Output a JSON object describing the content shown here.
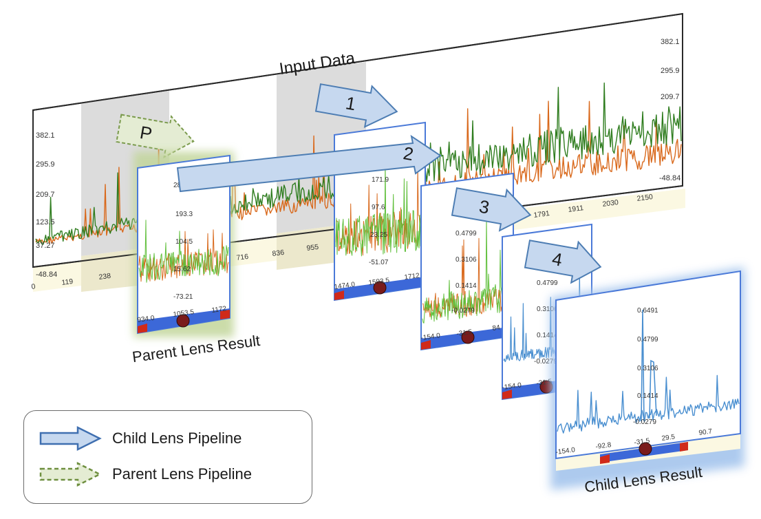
{
  "input_panel": {
    "title": "Input Data",
    "y_ticks_left": [
      "382.1",
      "295.9",
      "209.7",
      "123.5",
      "37.27",
      "-48.84"
    ],
    "y_ticks_right": [
      "382.1",
      "295.9",
      "209.7",
      "-48.84"
    ],
    "x_ticks": [
      "0",
      "119",
      "238",
      "716",
      "836",
      "955",
      "1791",
      "1911",
      "2030",
      "2150"
    ]
  },
  "parent_lens": {
    "marker": "P",
    "caption": "Parent Lens Result",
    "y_ticks": [
      "282.1",
      "193.3",
      "104.5",
      "15.62",
      "-73.21"
    ],
    "x_ticks": [
      "934.0",
      "1053.5",
      "1172"
    ]
  },
  "lens_1": {
    "marker": "1",
    "y_ticks": [
      "171.9",
      "97.6",
      "23.25",
      "-51.07"
    ],
    "x_ticks": [
      "1474.0",
      "1593.5",
      "1712"
    ]
  },
  "lens_2": {
    "marker": "2",
    "y_ticks": [
      "0.4799",
      "0.3106",
      "0.1414",
      "-0.0279"
    ],
    "x_ticks": [
      "-154.0",
      "-31.5",
      "84"
    ]
  },
  "lens_3": {
    "marker": "3",
    "y_ticks": [
      "0.4799",
      "0.3106",
      "0.1414",
      "-0.0279"
    ],
    "x_ticks": [
      "-154.0",
      "-31.5"
    ]
  },
  "lens_4": {
    "marker": "4",
    "caption": "Child Lens Result",
    "y_ticks": [
      "0.6491",
      "0.4799",
      "0.3106",
      "0.1414",
      "-0.0279"
    ],
    "x_ticks": [
      "-154.0",
      "-92.8",
      "-31.5",
      "29.5",
      "90.7"
    ]
  },
  "legend": {
    "child_label": "Child Lens Pipeline",
    "parent_label": "Parent Lens Pipeline"
  },
  "colors": {
    "lens_border": "#4a79d8",
    "child_arrow_fill": "#c6d8ef",
    "child_arrow_stroke": "#4d7db3",
    "parent_arrow_fill": "#e4ecd3",
    "parent_arrow_stroke": "#7a9a4c",
    "series_green": "#2f7d1f",
    "series_orange": "#d9691c",
    "series_light_green": "#5fbf3a",
    "series_blue": "#4a8fd0",
    "slider_bar": "#3c68d8",
    "slider_handle": "#7a1b1b"
  }
}
